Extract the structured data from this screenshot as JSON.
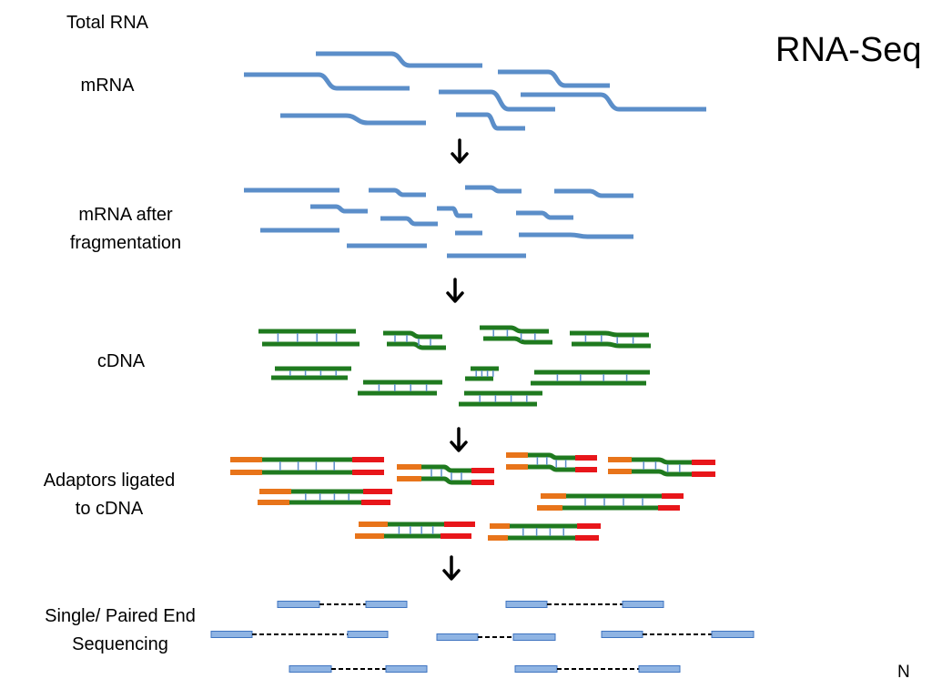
{
  "title": "RNA-Seq",
  "corner_mark": "N",
  "steps": {
    "total_rna": "Total RNA",
    "mrna": "mRNA",
    "fragmentation": [
      "mRNA after",
      "fragmentation"
    ],
    "cdna": "cDNA",
    "adaptors": [
      "Adaptors ligated",
      "to cDNA"
    ],
    "sequencing": [
      "Single/ Paired End",
      "Sequencing"
    ]
  },
  "colors": {
    "rna": "#5b8ec9",
    "cdna": "#1f7a1f",
    "adaptor_left": "#e8741a",
    "adaptor_right": "#e8161a",
    "read_fill": "#8fb4e3",
    "read_stroke": "#3f74c0",
    "insert_line": "#000000",
    "arrow": "#000000"
  }
}
